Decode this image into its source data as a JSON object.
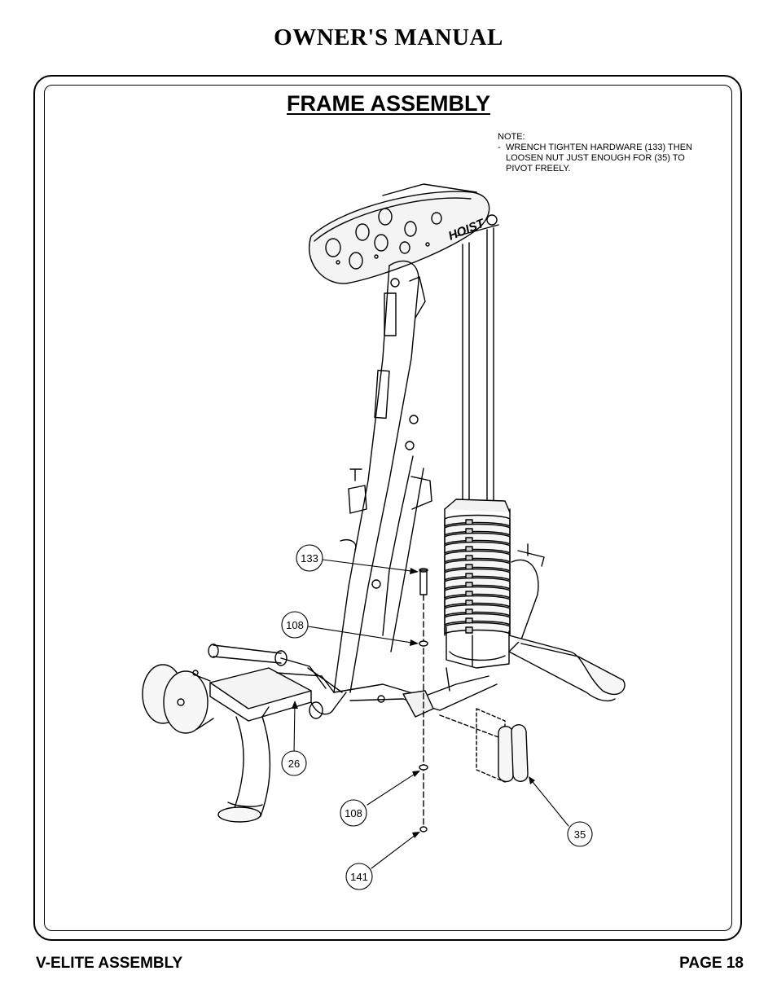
{
  "header": {
    "title": "OWNER'S MANUAL"
  },
  "section": {
    "title": "FRAME ASSEMBLY"
  },
  "note": {
    "heading": "NOTE:",
    "bullet": "-",
    "line1": "WRENCH TIGHTEN HARDWARE (133) THEN",
    "line2": "LOOSEN NUT JUST ENOUGH FOR (35) TO",
    "line3": "PIVOT FREELY."
  },
  "callouts": {
    "c133": "133",
    "c108a": "108",
    "c26": "26",
    "c108b": "108",
    "c35": "35",
    "c141": "141"
  },
  "footer": {
    "left": "V-ELITE ASSEMBLY",
    "right": "PAGE 18"
  },
  "brand": {
    "logo_text": "HOIST"
  }
}
